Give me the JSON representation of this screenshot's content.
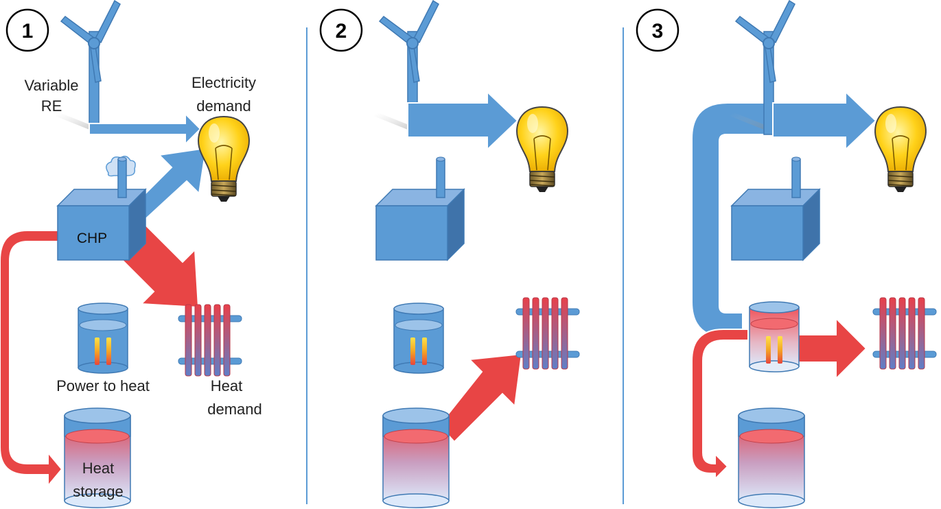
{
  "panels": [
    {
      "number": "1",
      "labels": {
        "variable_re_line1": "Variable",
        "variable_re_line2": "RE",
        "electricity_demand_line1": "Electricity",
        "electricity_demand_line2": "demand",
        "chp": "CHP",
        "power_to_heat": "Power to heat",
        "heat_demand_line1": "Heat",
        "heat_demand_line2": "demand",
        "heat_storage_line1": "Heat",
        "heat_storage_line2": "storage"
      }
    },
    {
      "number": "2"
    },
    {
      "number": "3"
    }
  ],
  "colors": {
    "electricity_flow": "#5b9bd5",
    "heat_flow": "#e84545",
    "divider": "#5b9bd5"
  }
}
